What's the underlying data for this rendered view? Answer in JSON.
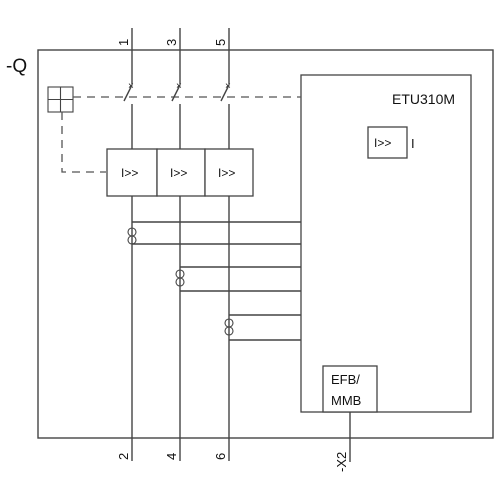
{
  "designation": "-Q",
  "trip_unit": {
    "name": "ETU310M",
    "function_label": "I>>",
    "function_suffix": "I"
  },
  "release_labels": [
    "I>>",
    "I>>",
    "I>>"
  ],
  "terminals_top": [
    "1",
    "3",
    "5"
  ],
  "terminals_bottom": [
    "2",
    "4",
    "6"
  ],
  "connector": {
    "label_line1": "EFB/",
    "label_line2": "MMB",
    "designation": "-X2"
  }
}
